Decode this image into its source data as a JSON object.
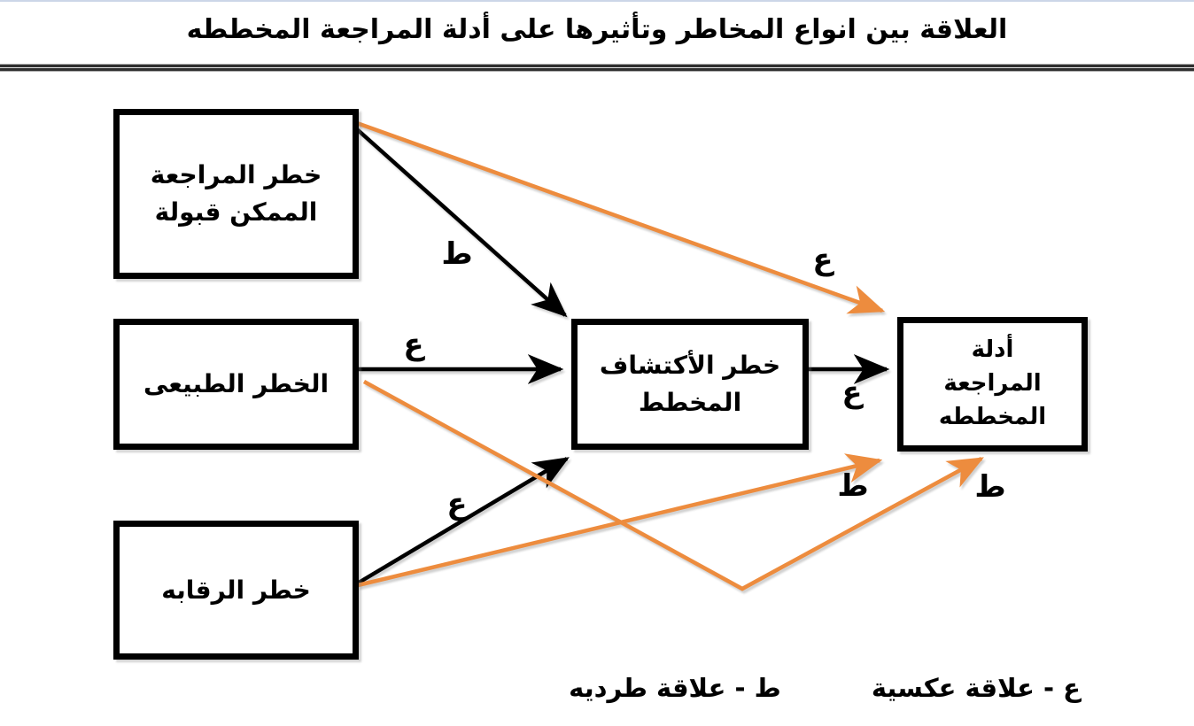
{
  "title": "العلاقة بين انواع المخاطر وتأثيرها على أدلة المراجعة المخططه",
  "colors": {
    "orange_arrow": "#ED8C3E",
    "black_arrow": "#000000",
    "box_border": "#000000",
    "top_rule": "#ccd6e8"
  },
  "boxes": [
    {
      "id": "acceptable-audit-risk",
      "label": "خطر المراجعة الممكن قبولة",
      "lines": [
        "خطر المراجعة",
        "الممكن قبولة"
      ]
    },
    {
      "id": "inherent-risk",
      "label": "الخطر الطبيعى",
      "lines": [
        "الخطر الطبيعى"
      ]
    },
    {
      "id": "control-risk",
      "label": "خطر الرقابه",
      "lines": [
        "خطر الرقابه"
      ]
    },
    {
      "id": "planned-detection-risk",
      "label": "خطر الأكتشاف المخطط",
      "lines": [
        "خطر الأكتشاف",
        "المخطط"
      ]
    },
    {
      "id": "planned-audit-evidence",
      "label": "أدلة المراجعة المخططه",
      "lines": [
        "أدلة",
        "المراجعة",
        "المخططه"
      ]
    }
  ],
  "arrows": [
    {
      "from": "acceptable-audit-risk",
      "to": "planned-detection-risk",
      "symbol": "ط",
      "relation": "علاقة طرديه",
      "color": "black"
    },
    {
      "from": "inherent-risk",
      "to": "planned-detection-risk",
      "symbol": "ع",
      "relation": "علاقة عكسية",
      "color": "black"
    },
    {
      "from": "control-risk",
      "to": "planned-detection-risk",
      "symbol": "ع",
      "relation": "علاقة عكسية",
      "color": "black"
    },
    {
      "from": "planned-detection-risk",
      "to": "planned-audit-evidence",
      "symbol": "ع",
      "relation": "علاقة عكسية",
      "color": "black"
    },
    {
      "from": "acceptable-audit-risk",
      "to": "planned-audit-evidence",
      "symbol": "ع",
      "relation": "علاقة عكسية",
      "color": "orange"
    },
    {
      "from": "inherent-risk",
      "to": "planned-audit-evidence",
      "symbol": "ط",
      "relation": "علاقة طرديه",
      "color": "orange"
    },
    {
      "from": "control-risk",
      "to": "planned-audit-evidence",
      "symbol": "ط",
      "relation": "علاقة طرديه",
      "color": "orange"
    }
  ],
  "legend": {
    "inverse": "ع - علاقة عكسية",
    "direct": "ط - علاقة طرديه"
  }
}
